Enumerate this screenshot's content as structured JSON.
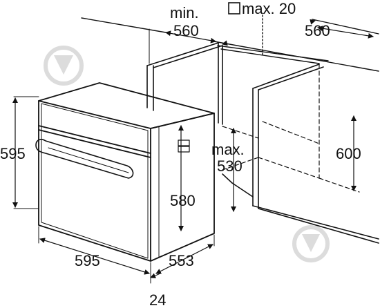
{
  "labels": {
    "min_text": "min.",
    "niche_depth": "560",
    "max_gap": "max. 20",
    "niche_width": "560",
    "oven_height": "595",
    "niche_height": "600",
    "max_text": "max.",
    "max_530": "530",
    "inner_height": "580",
    "oven_width": "595",
    "oven_depth": "553",
    "front_offset": "24"
  },
  "colors": {
    "line": "#111111",
    "watermark": "#dcdcdc"
  }
}
